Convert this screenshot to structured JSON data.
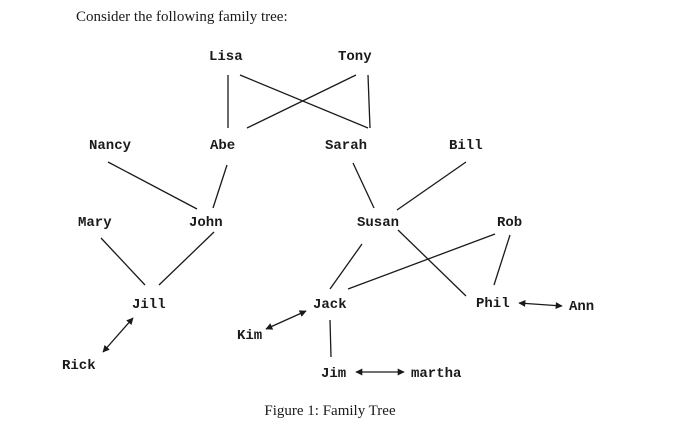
{
  "intro": "Consider the following family tree:",
  "caption": "Figure 1: Family Tree",
  "people": {
    "lisa": "Lisa",
    "tony": "Tony",
    "nancy": "Nancy",
    "abe": "Abe",
    "sarah": "Sarah",
    "bill": "Bill",
    "mary": "Mary",
    "john": "John",
    "susan": "Susan",
    "rob": "Rob",
    "jill": "Jill",
    "jack": "Jack",
    "phil": "Phil",
    "ann": "Ann",
    "kim": "Kim",
    "rick": "Rick",
    "jim": "Jim",
    "martha": "martha"
  },
  "parent_edges": [
    [
      "lisa",
      "abe"
    ],
    [
      "lisa",
      "sarah"
    ],
    [
      "tony",
      "abe"
    ],
    [
      "tony",
      "sarah"
    ],
    [
      "nancy",
      "john"
    ],
    [
      "abe",
      "john"
    ],
    [
      "sarah",
      "susan"
    ],
    [
      "bill",
      "susan"
    ],
    [
      "mary",
      "jill"
    ],
    [
      "john",
      "jill"
    ],
    [
      "susan",
      "jack"
    ],
    [
      "susan",
      "phil"
    ],
    [
      "rob",
      "jack"
    ],
    [
      "rob",
      "phil"
    ],
    [
      "jack",
      "jim"
    ]
  ],
  "spouse_links": [
    [
      "jill",
      "rick"
    ],
    [
      "jack",
      "kim"
    ],
    [
      "phil",
      "ann"
    ],
    [
      "jim",
      "martha"
    ]
  ]
}
